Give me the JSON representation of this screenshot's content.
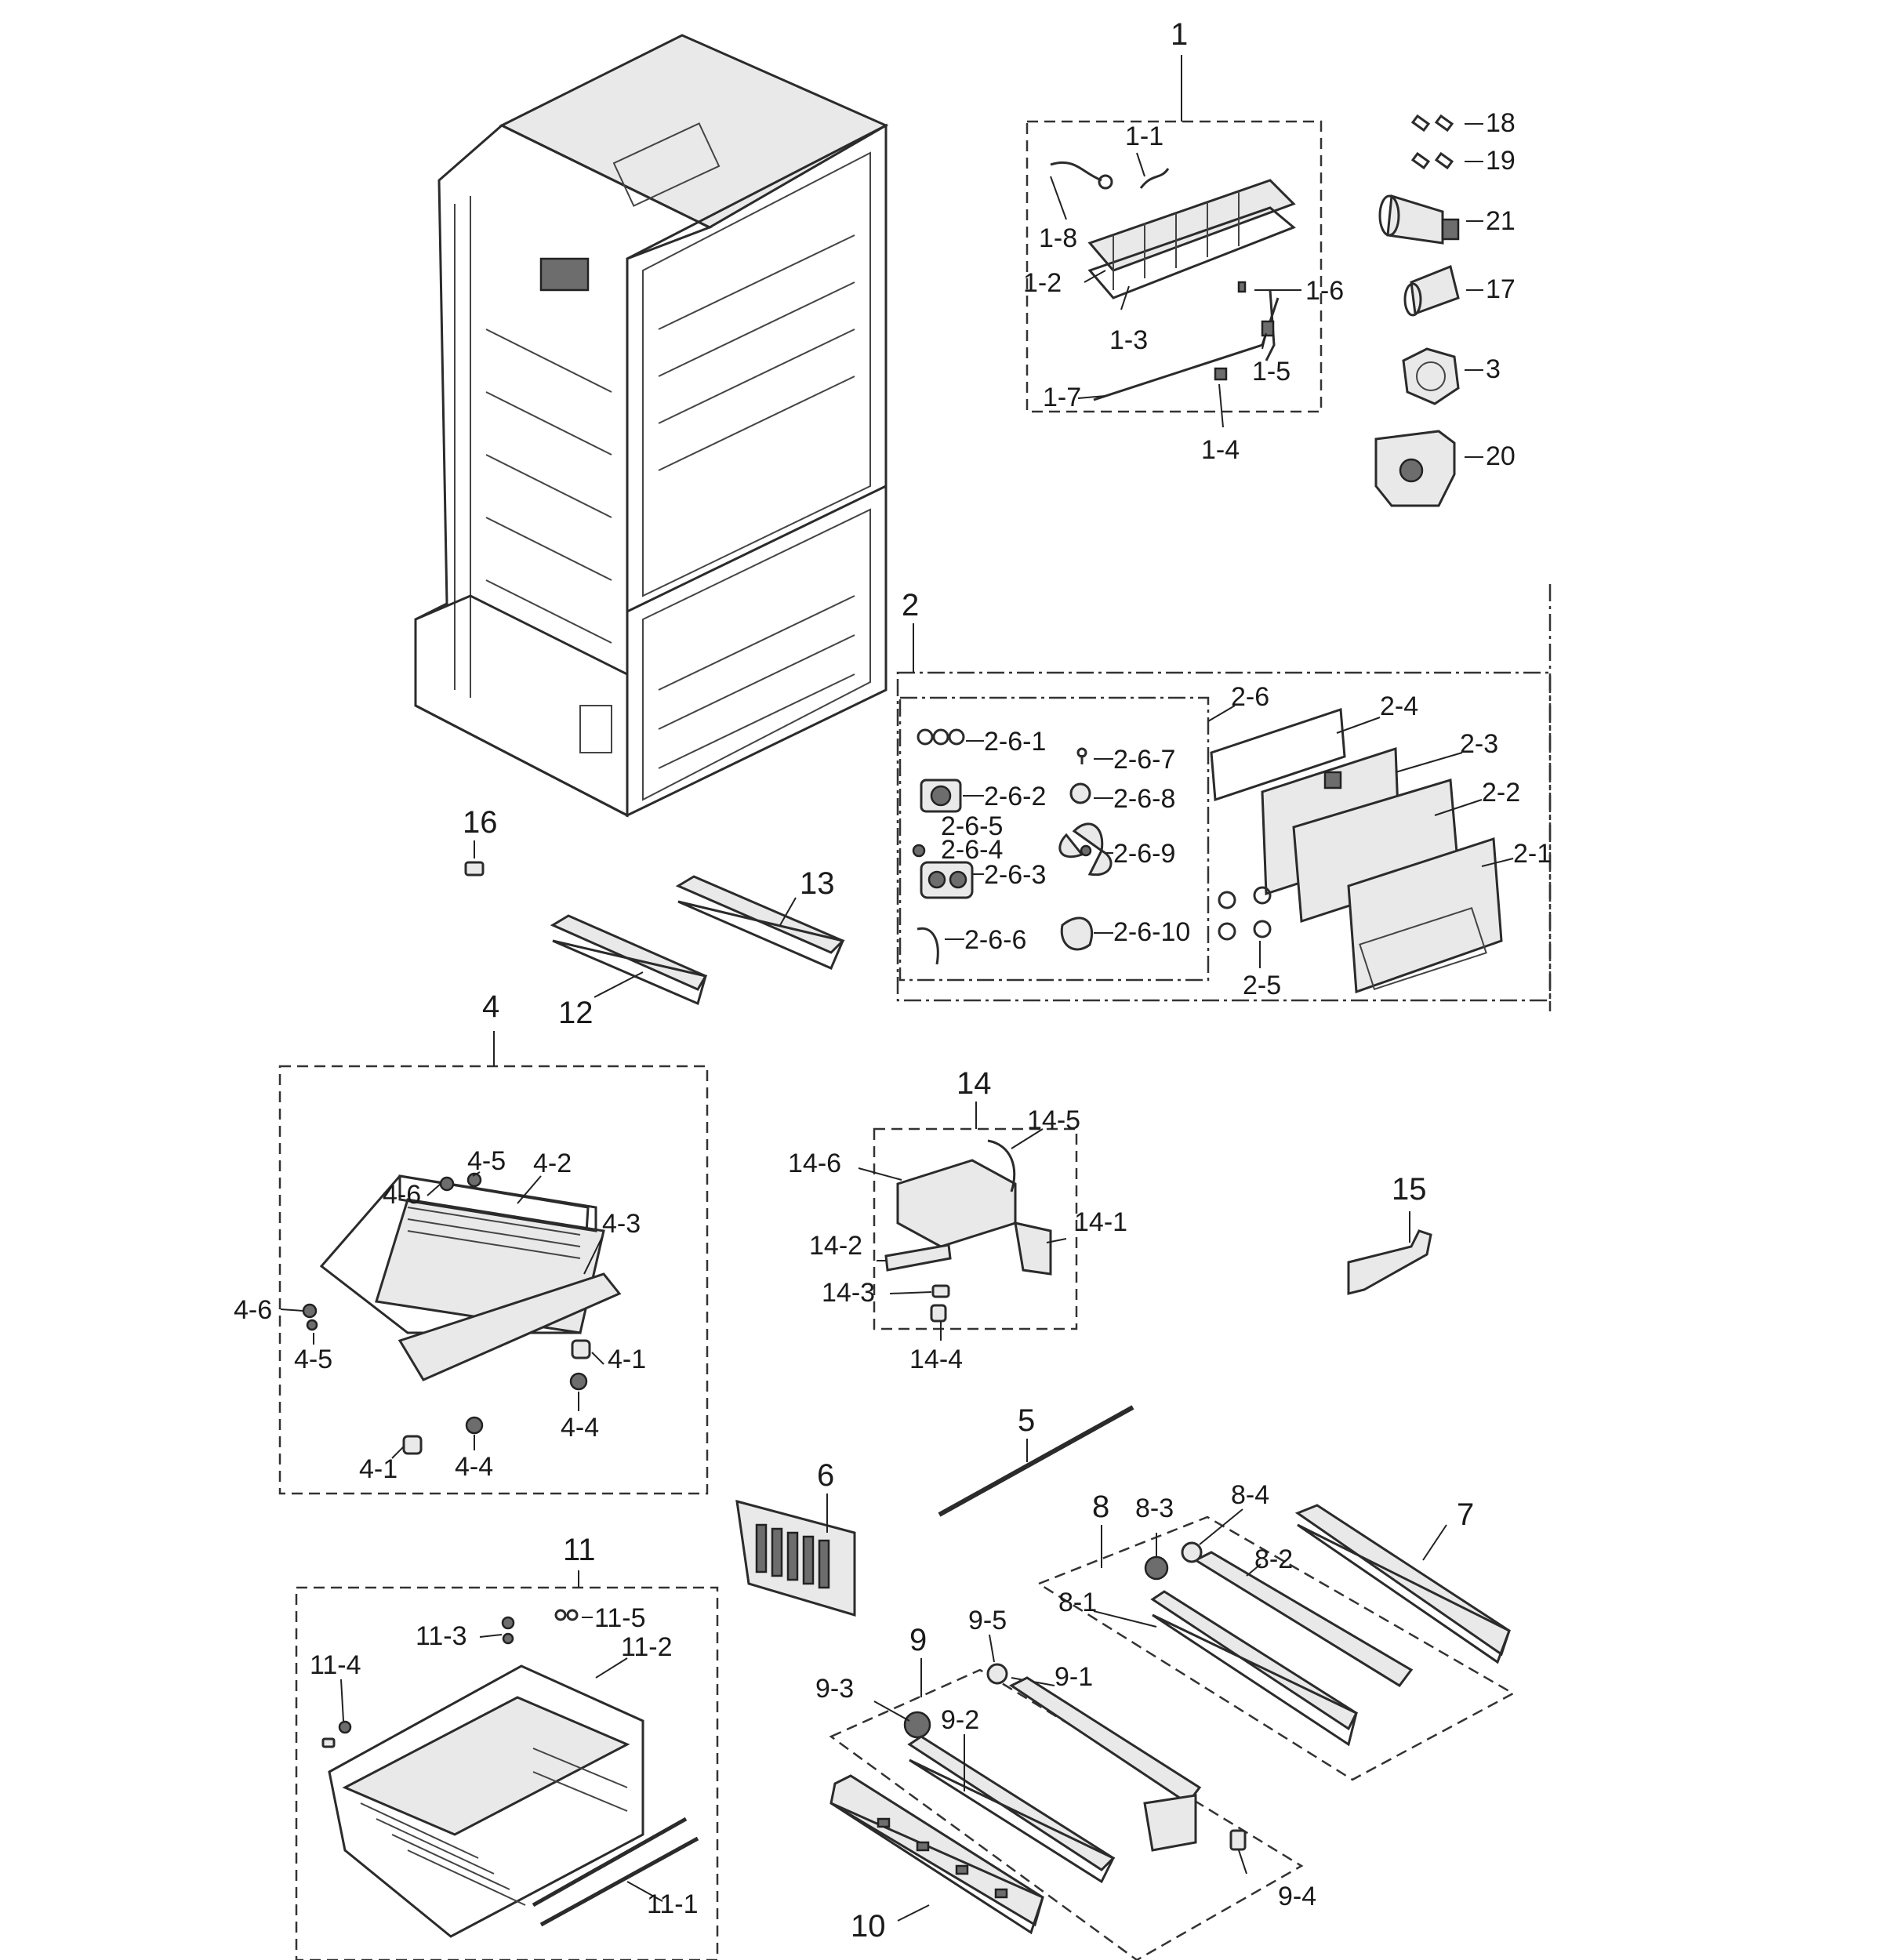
{
  "callouts": {
    "c1": "1",
    "c1_1": "1-1",
    "c1_2": "1-2",
    "c1_3": "1-3",
    "c1_4": "1-4",
    "c1_5": "1-5",
    "c1_6": "1-6",
    "c1_7": "1-7",
    "c1_8": "1-8",
    "c18": "18",
    "c19": "19",
    "c21": "21",
    "c17": "17",
    "c3": "3",
    "c20": "20",
    "c2": "2",
    "c2_1": "2-1",
    "c2_2": "2-2",
    "c2_3": "2-3",
    "c2_4": "2-4",
    "c2_5": "2-5",
    "c2_6": "2-6",
    "c2_6_1": "2-6-1",
    "c2_6_2": "2-6-2",
    "c2_6_3": "2-6-3",
    "c2_6_4": "2-6-4",
    "c2_6_5": "2-6-5",
    "c2_6_6": "2-6-6",
    "c2_6_7": "2-6-7",
    "c2_6_8": "2-6-8",
    "c2_6_9": "2-6-9",
    "c2_6_10": "2-6-10",
    "c16": "16",
    "c13": "13",
    "c12": "12",
    "c4": "4",
    "c4_1a": "4-1",
    "c4_1b": "4-1",
    "c4_2": "4-2",
    "c4_3": "4-3",
    "c4_4a": "4-4",
    "c4_4b": "4-4",
    "c4_5a": "4-5",
    "c4_5b": "4-5",
    "c4_6a": "4-6",
    "c4_6b": "4-6",
    "c14": "14",
    "c14_1": "14-1",
    "c14_2": "14-2",
    "c14_3": "14-3",
    "c14_4": "14-4",
    "c14_5": "14-5",
    "c14_6": "14-6",
    "c15": "15",
    "c5": "5",
    "c6": "6",
    "c7": "7",
    "c8": "8",
    "c8_1": "8-1",
    "c8_2": "8-2",
    "c8_3": "8-3",
    "c8_4": "8-4",
    "c9": "9",
    "c9_1": "9-1",
    "c9_2": "9-2",
    "c9_3": "9-3",
    "c9_4": "9-4",
    "c9_5": "9-5",
    "c10": "10",
    "c11": "11",
    "c11_1": "11-1",
    "c11_2": "11-2",
    "c11_3": "11-3",
    "c11_4": "11-4",
    "c11_5": "11-5"
  }
}
